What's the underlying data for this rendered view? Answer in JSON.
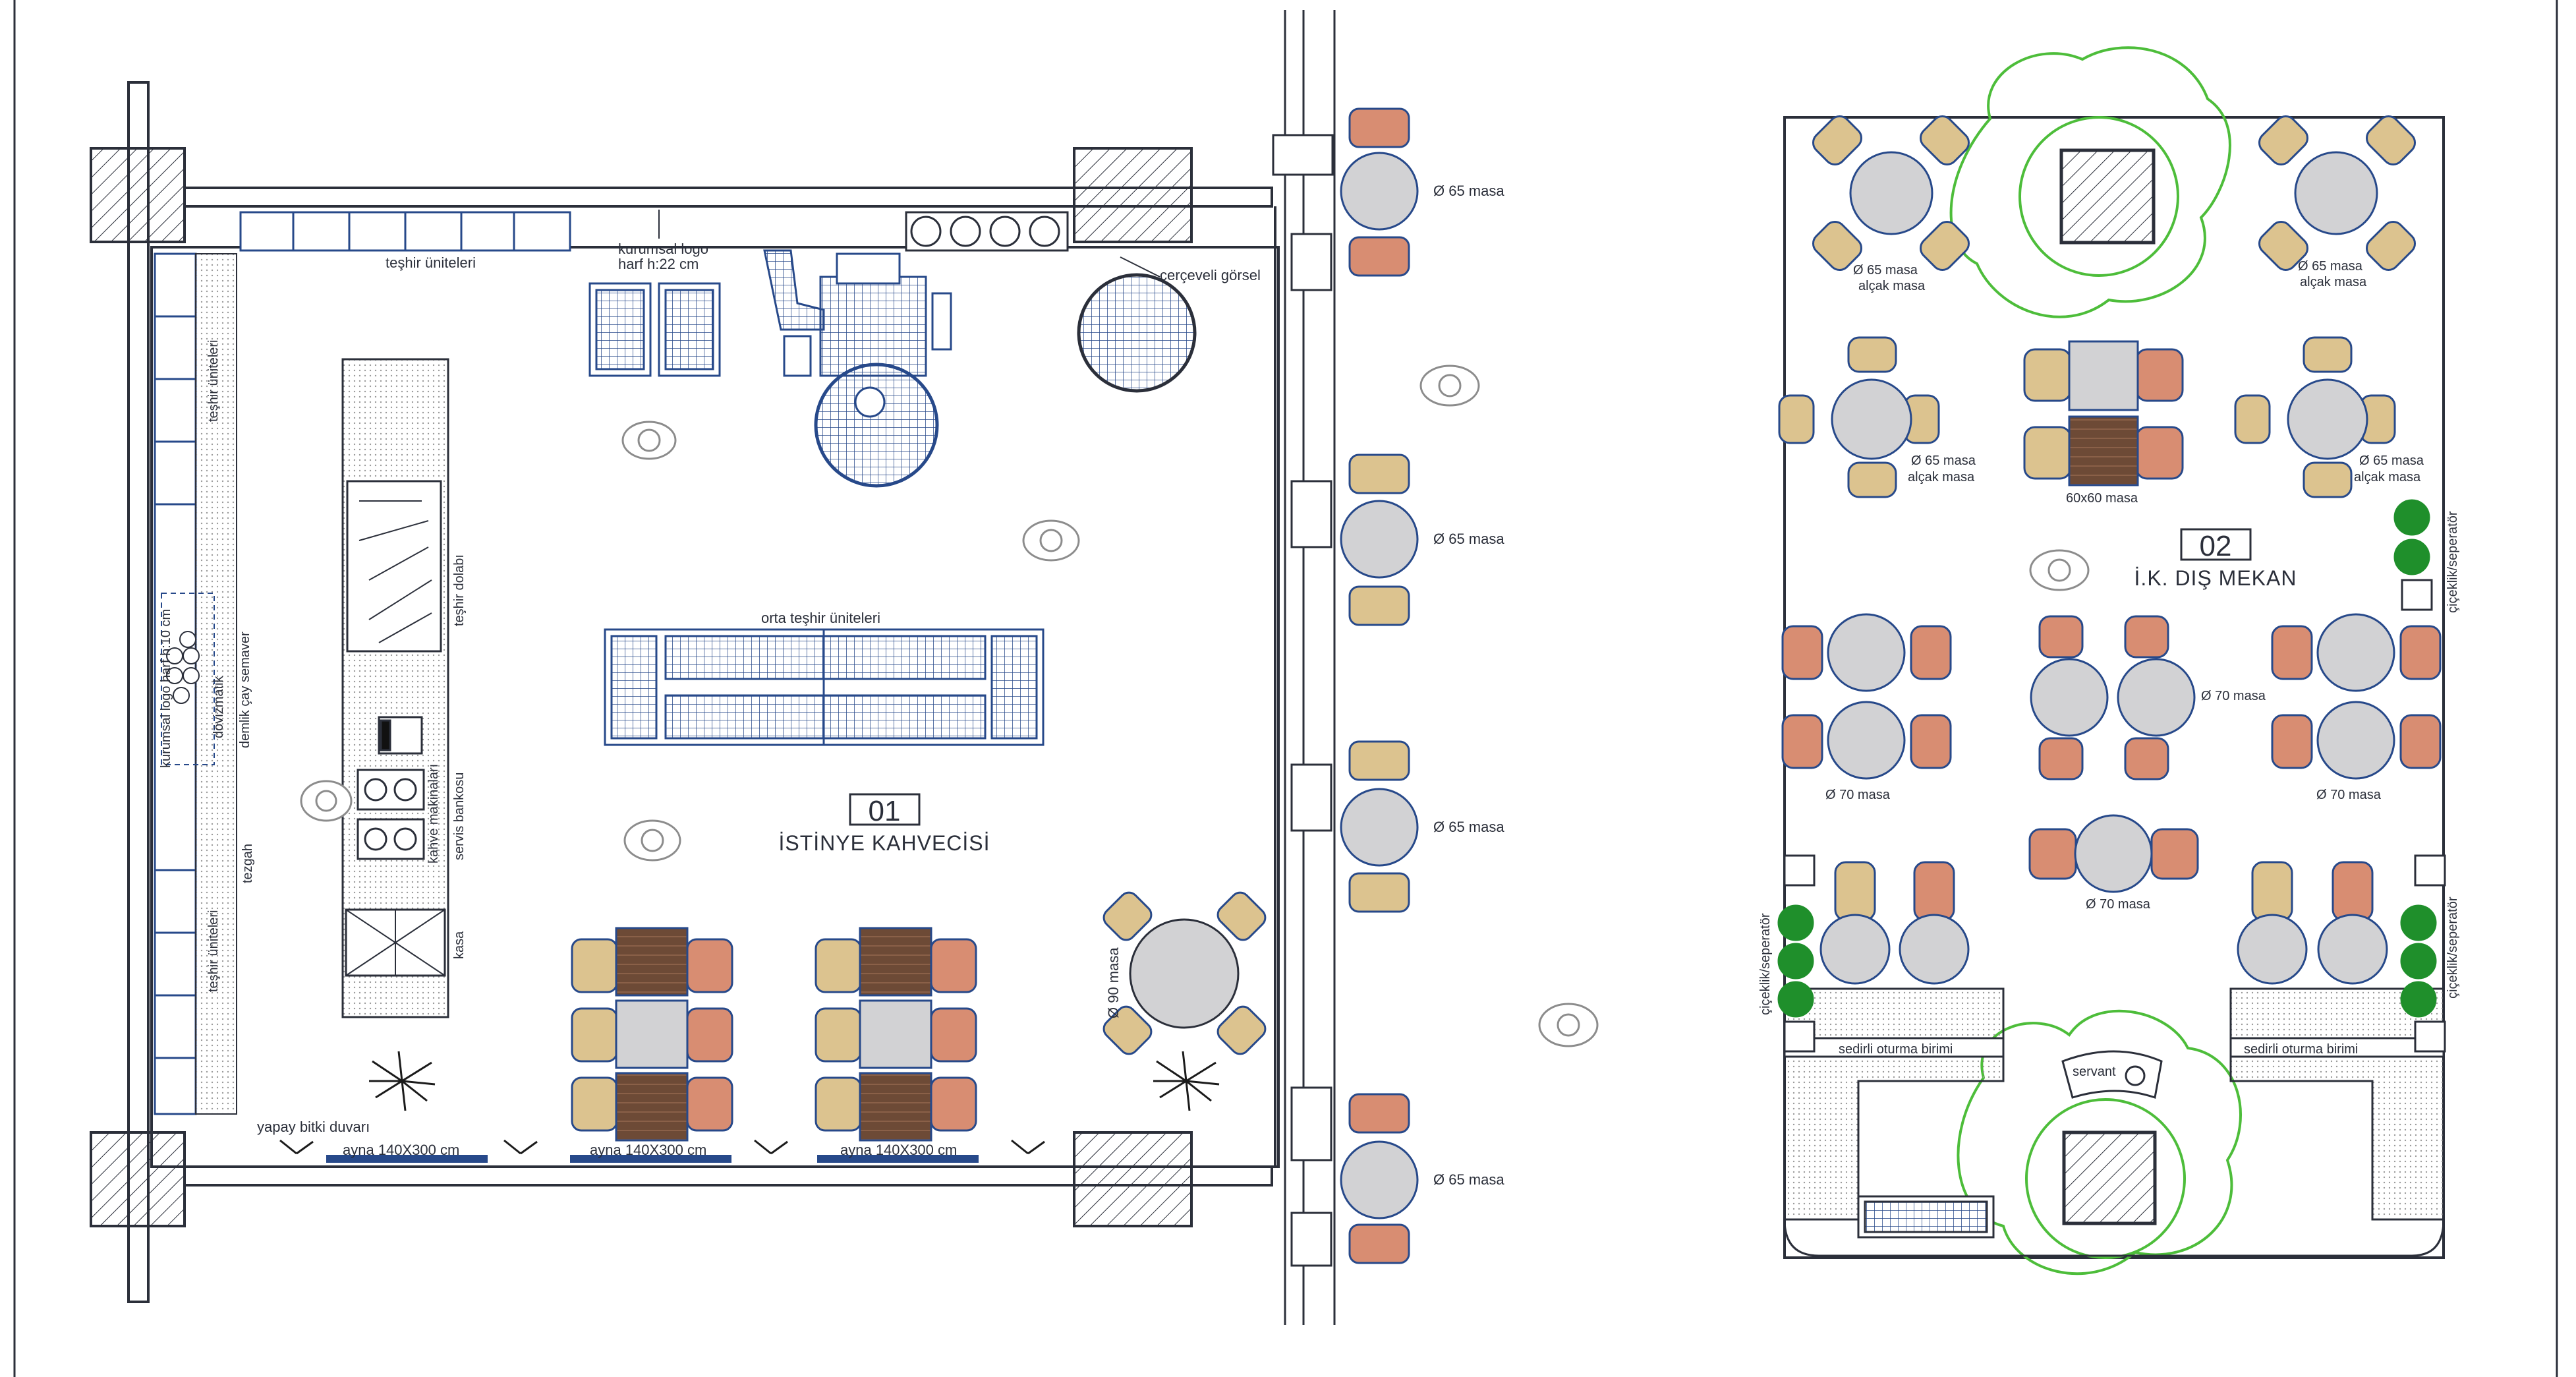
{
  "colors": {
    "line": "#2b2f3a",
    "navy": "#27498a",
    "tan": "#dcc38f",
    "terracotta": "#d88d72",
    "wood": "#6d4a36",
    "grey_table": "#d2d2d4",
    "tree_green": "#4dbd3a",
    "plant_green": "#1f8f2b",
    "dotted_fill": "#f1f1f1"
  },
  "room1": {
    "number": "01",
    "name": "İSTİNYE KAHVECİSİ",
    "labels": {
      "teshir_top": "teşhir üniteleri",
      "logo": [
        "kurumsal logo",
        "harf h:22 cm"
      ],
      "framed_image": "çerçeveli görsel",
      "teshir_left_upper": "teşhir üniteleri",
      "teshir_left_lower": "teşhir üniteleri",
      "teshir_dolabi": "teşhir dolabı",
      "logo_left": "kurumsal logo harf h:10 cm",
      "dovizmatik": "dövizmatik",
      "semaver": "demlik çay semaver",
      "tezgah": "tezgah",
      "coffee_machines": "kahve makinaları",
      "service_counter": "servis bankosu",
      "cashier": "kasa",
      "center_display": "orta teşhir üniteleri",
      "table_90": "Ø 90 masa",
      "plant_wall": "yapay bitki duvarı",
      "mirror_1": "ayna 140X300 cm",
      "mirror_2": "ayna 140X300 cm",
      "mirror_3": "ayna 140X300 cm"
    }
  },
  "street_tables": [
    "Ø 65 masa",
    "Ø 65 masa",
    "Ø 65 masa",
    "Ø 65 masa"
  ],
  "room2": {
    "number": "02",
    "name": "İ.K. DIŞ MEKAN",
    "labels": {
      "low_table": [
        "Ø 65 masa",
        "alçak masa"
      ],
      "table_60": "60x60 masa",
      "table_70": "Ø 70 masa",
      "planter": "çiçeklik/seperatör",
      "bench": "sedirli oturma birimi",
      "servant": "servant"
    }
  }
}
